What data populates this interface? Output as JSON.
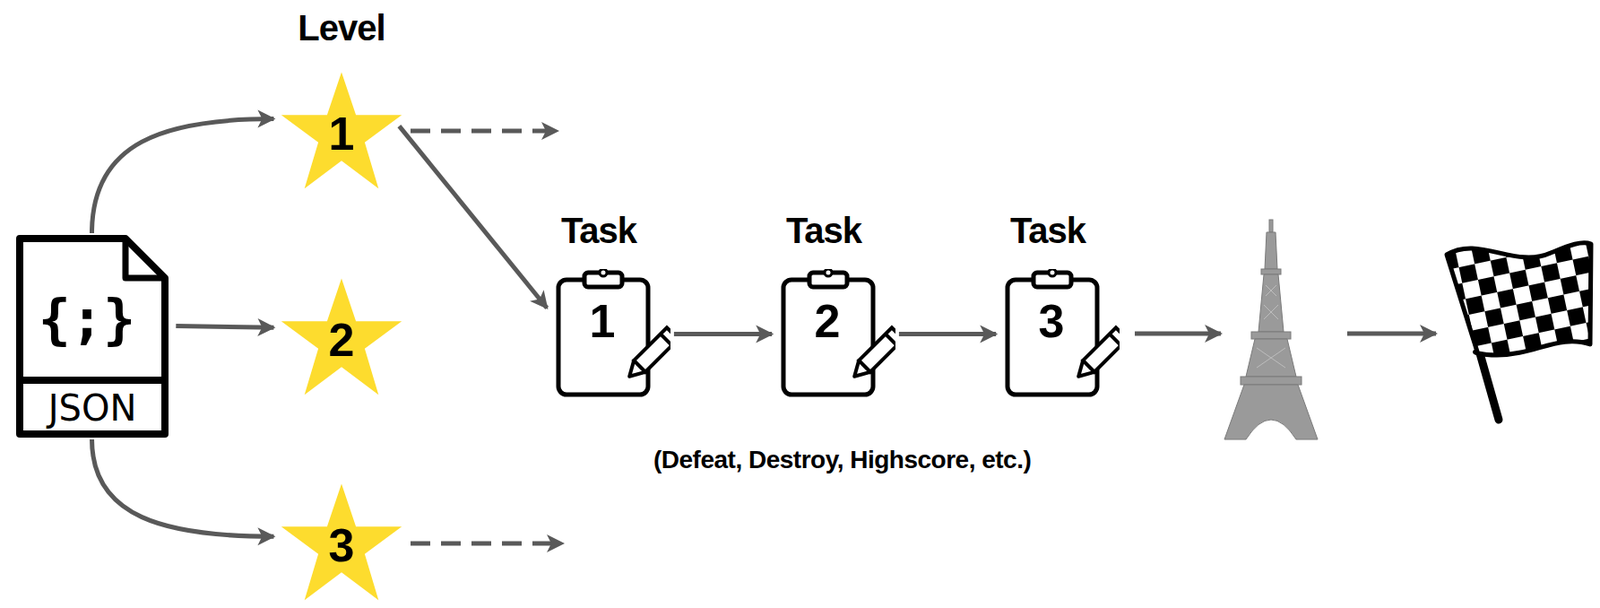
{
  "diagram": {
    "nodes": [
      {
        "text": [
          "{;}",
          "JSON"
        ]
      },
      {
        "text": [
          "Level",
          "1"
        ]
      },
      {
        "text": [
          "2"
        ]
      },
      {
        "text": [
          "3"
        ]
      },
      {
        "text": [
          "Task",
          "1"
        ]
      },
      {
        "text": [
          "Task",
          "2"
        ]
      },
      {
        "text": [
          "Task",
          "3"
        ]
      }
    ],
    "edges": [
      {
        "from": 0,
        "to": 1,
        "arrow": "to"
      },
      {
        "from": 0,
        "to": 2,
        "arrow": "to"
      },
      {
        "from": 0,
        "to": 3,
        "arrow": "to"
      },
      {
        "from": 1,
        "to": 4,
        "arrow": "to"
      },
      {
        "from": 4,
        "to": 5,
        "arrow": "to"
      },
      {
        "from": 5,
        "to": 6,
        "arrow": "to"
      }
    ],
    "labels": [
      "(Defeat, Destroy, Highscore, etc.)"
    ]
  }
}
